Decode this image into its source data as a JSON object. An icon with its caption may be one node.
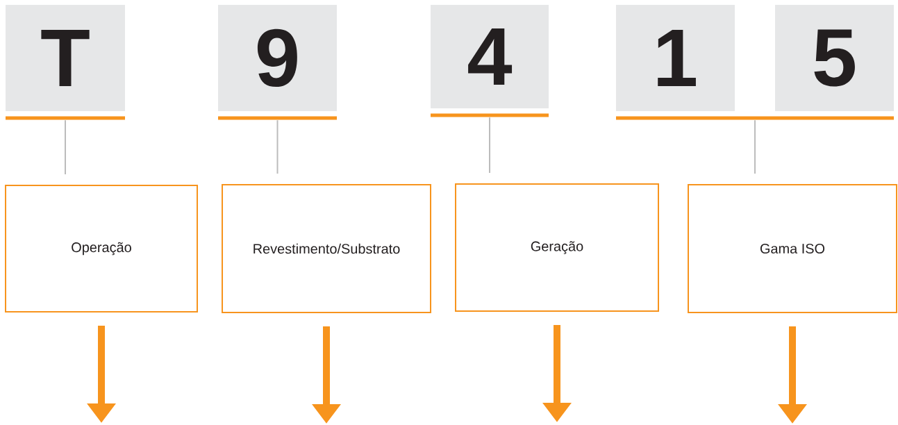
{
  "diagram": {
    "nodes": [
      {
        "text": [
          "T"
        ]
      },
      {
        "text": [
          "9"
        ]
      },
      {
        "text": [
          "4"
        ]
      },
      {
        "text": [
          "1"
        ]
      },
      {
        "text": [
          "5"
        ]
      },
      {
        "text": [
          "Operação"
        ]
      },
      {
        "text": [
          "Revestimento/Substrato"
        ]
      },
      {
        "text": [
          "Geração"
        ]
      },
      {
        "text": [
          "Gama ISO"
        ]
      }
    ],
    "edges": [
      {
        "from": 0,
        "to": 5,
        "arrow": "none"
      },
      {
        "from": 1,
        "to": 6,
        "arrow": "none"
      },
      {
        "from": 2,
        "to": 7,
        "arrow": "none"
      },
      {
        "from": 3,
        "to": 8,
        "arrow": "none"
      },
      {
        "from": 4,
        "to": 8,
        "arrow": "none"
      },
      {
        "from": 5,
        "to": null,
        "arrow": "to",
        "style": "thick",
        "color": "#f7941d"
      },
      {
        "from": 6,
        "to": null,
        "arrow": "to",
        "style": "thick",
        "color": "#f7941d"
      },
      {
        "from": 7,
        "to": null,
        "arrow": "to",
        "style": "thick",
        "color": "#f7941d"
      },
      {
        "from": 8,
        "to": null,
        "arrow": "to",
        "style": "thick",
        "color": "#f7941d"
      }
    ]
  }
}
